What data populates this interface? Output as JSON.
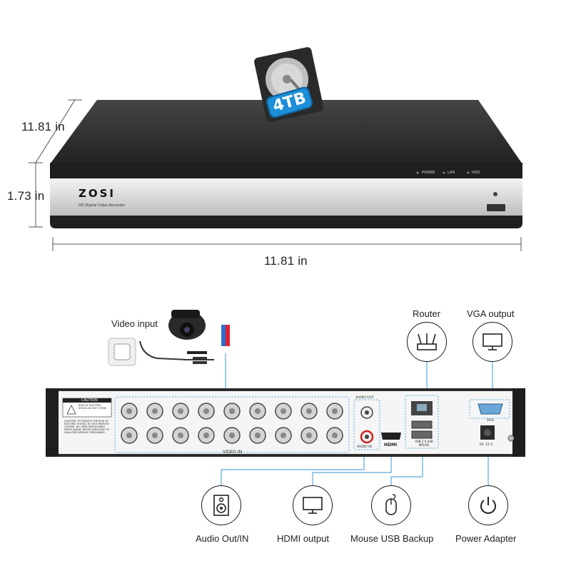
{
  "dimensions": {
    "depth": "11.81 in",
    "height": "1.73 in",
    "width": "11.81 in"
  },
  "hdd_badge": "4TB",
  "front_panel": {
    "brand": "ZOSI",
    "subtitle": "HD Digital Video Recorder",
    "indicators": [
      "POWER",
      "LAN",
      "HDD"
    ]
  },
  "rear_panel": {
    "caution_title": "CAUTION",
    "caution_sub": "RISK OF ELECTRIC SHOCK DO NOT OPEN",
    "caution_body": "CAUTION: TO REDUCE THE RISK OF ELECTRIC SHOCK, DO NOT REMOVE COVERS. NO USER SERVICEABLE PARTS INSIDE. REFER SERVICING TO QUALIFIED SERVICE PERSONNEL.",
    "video_in_label": "VIDEO IN",
    "audio_out_label": "AUDIO OUT",
    "audio_in_label": "AUDIO IN",
    "hdmi_label": "HDMI",
    "usb_label": "USB 2.0 USB MOUSE",
    "vga_label": "VGA",
    "dc_label": "DC 12 V"
  },
  "callouts": {
    "video_input": "Video input",
    "router": "Router",
    "vga_output": "VGA output",
    "audio_out_in": "Audio Out/IN",
    "hdmi_output": "HDMI output",
    "mouse_usb_backup": "Mouse USB Backup",
    "power_adapter": "Power Adapter"
  },
  "colors": {
    "accent": "#1c8fd8",
    "connector_line": "#5aa9d8",
    "chassis": "#2b2b2b"
  }
}
